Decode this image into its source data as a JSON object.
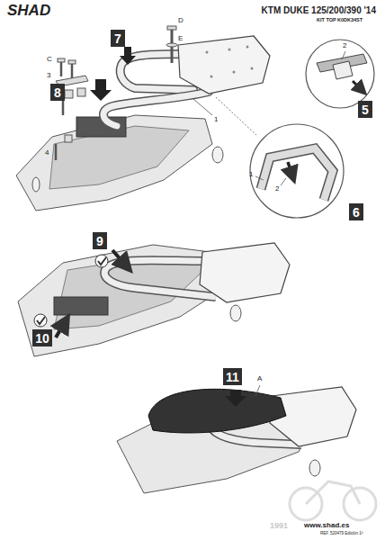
{
  "diagram": {
    "title": "KTM DUKE 125/200/390 '14",
    "nodes": [
      {
        "text": [
          "7"
        ]
      },
      {
        "text": [
          "8"
        ]
      },
      {
        "text": [
          "5"
        ]
      },
      {
        "text": [
          "6"
        ]
      },
      {
        "text": [
          "9"
        ]
      },
      {
        "text": [
          "10"
        ]
      },
      {
        "text": [
          "11"
        ]
      }
    ],
    "labels": [
      "SHAD",
      "KIT TOP K0DK34ST",
      "D",
      "E",
      "C",
      "3",
      "4",
      "1",
      "2",
      "1",
      "2",
      "A",
      "1991",
      "www.shad.es",
      "REF. 520479 Edición 1ª"
    ]
  }
}
